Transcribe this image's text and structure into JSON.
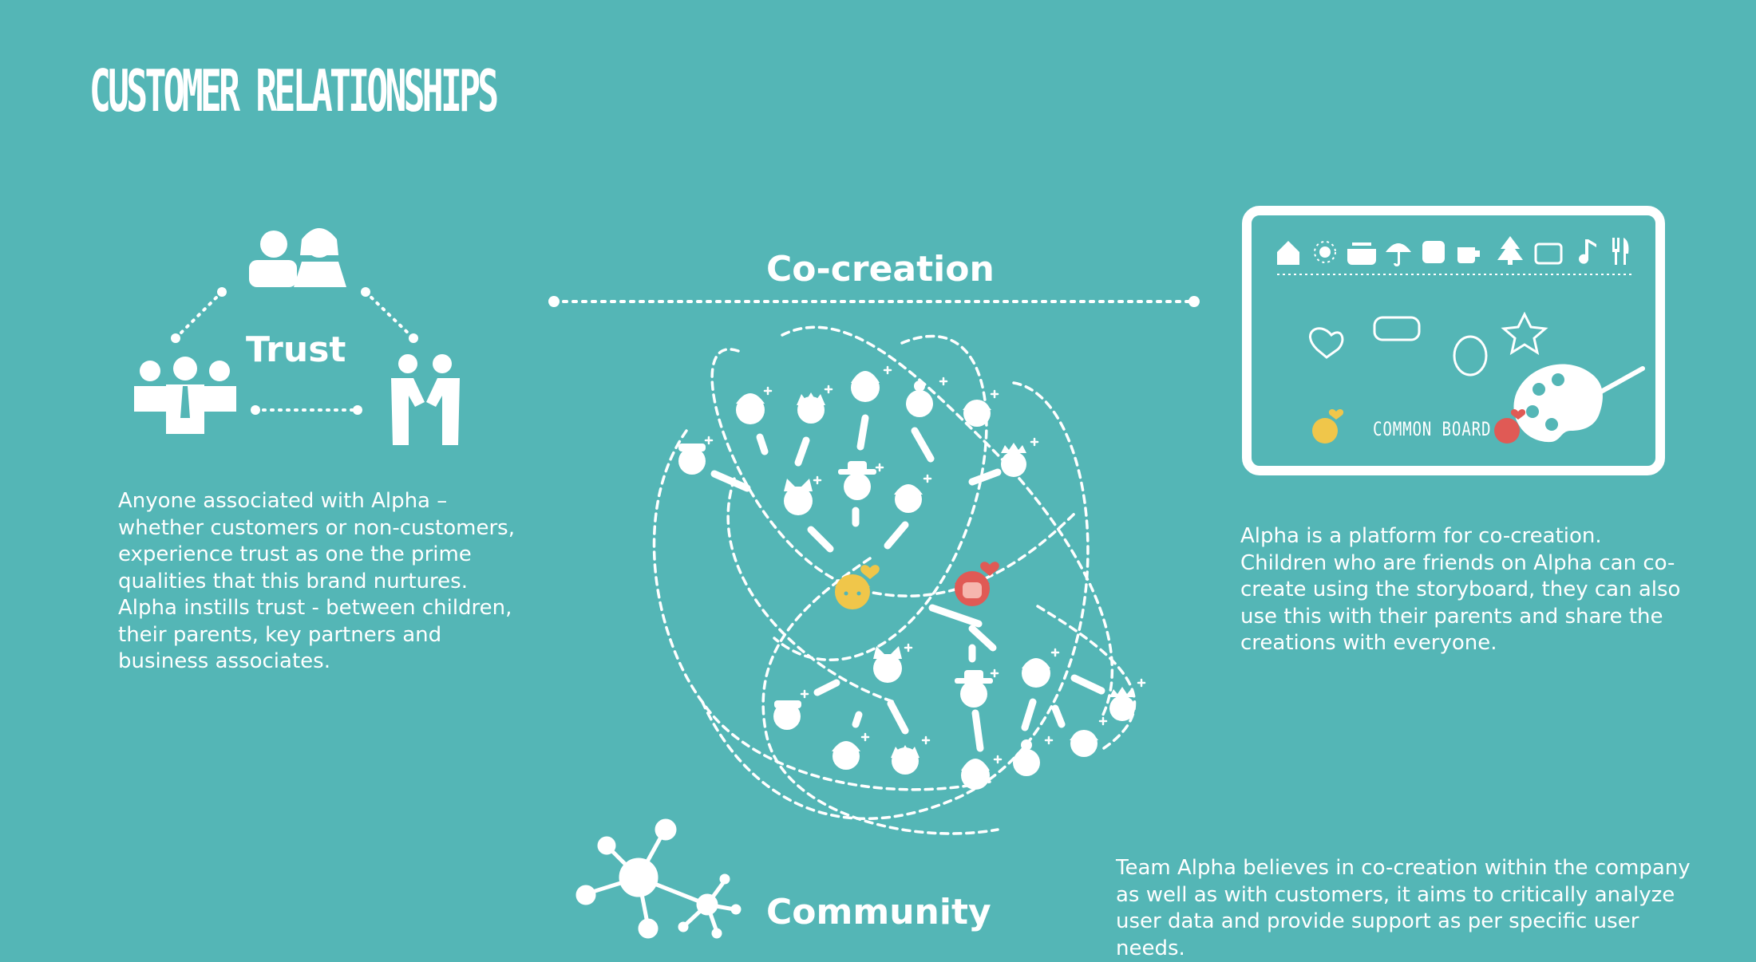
{
  "title": "CUSTOMER RELATIONSHIPS",
  "trust": {
    "label": "Trust",
    "text": "Anyone associated with Alpha – whether customers or non-customers, experience trust as one the prime qualities that this brand nurtures. Alpha instills trust - between children, their parents, key partners and business associates."
  },
  "cocreation": {
    "label": "Co-creation",
    "text": "Alpha is a platform for co-creation. Children who are friends on Alpha can co-create using the storyboard, they can also use this with their parents and share the creations with everyone."
  },
  "board": {
    "label": "COMMON BOARD",
    "icons": [
      "house-icon",
      "sun-icon",
      "pot-icon",
      "umbrella-icon",
      "socket-icon",
      "cup-icon",
      "tree-icon",
      "tv-icon",
      "music-note-icon",
      "fork-knife-icon"
    ]
  },
  "community": {
    "label": "Community",
    "text": "Team Alpha believes in co-creation within the company as well as with customers, it aims to critically analyze user data and provide support as per specific user needs."
  },
  "colors": {
    "background": "#54b6b6",
    "foreground": "#ffffff",
    "yellow": "#f0c64a",
    "red": "#e05a55"
  }
}
